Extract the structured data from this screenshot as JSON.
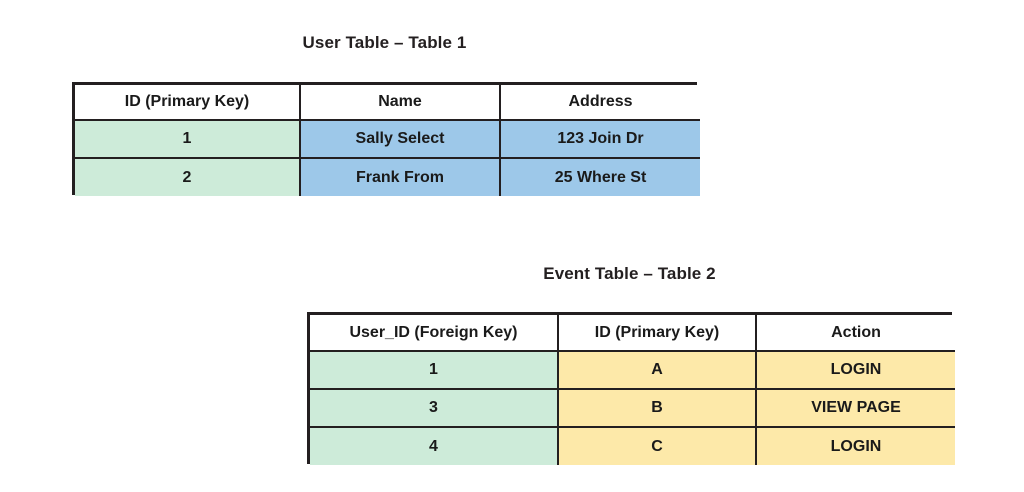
{
  "page": {
    "background_color": "#ffffff"
  },
  "palette": {
    "border": "#231f20",
    "green": "#cdebd9",
    "blue": "#9dc8e9",
    "yellow": "#fde9a9",
    "white": "#ffffff",
    "text": "#1a1a1a"
  },
  "tables": [
    {
      "id": "user-table",
      "title": "User Table – Table 1",
      "columns": [
        {
          "label": "ID (Primary Key)",
          "fill": "#cdebd9"
        },
        {
          "label": "Name",
          "fill": "#9dc8e9"
        },
        {
          "label": "Address",
          "fill": "#9dc8e9"
        }
      ],
      "rows": [
        [
          "1",
          "Sally Select",
          "123 Join Dr"
        ],
        [
          "2",
          "Frank From",
          "25 Where St"
        ]
      ]
    },
    {
      "id": "event-table",
      "title": "Event Table – Table 2",
      "columns": [
        {
          "label": "User_ID (Foreign Key)",
          "fill": "#cdebd9"
        },
        {
          "label": "ID (Primary Key)",
          "fill": "#fde9a9"
        },
        {
          "label": "Action",
          "fill": "#fde9a9"
        }
      ],
      "rows": [
        [
          "1",
          "A",
          "LOGIN"
        ],
        [
          "3",
          "B",
          "VIEW PAGE"
        ],
        [
          "4",
          "C",
          "LOGIN"
        ]
      ]
    }
  ]
}
